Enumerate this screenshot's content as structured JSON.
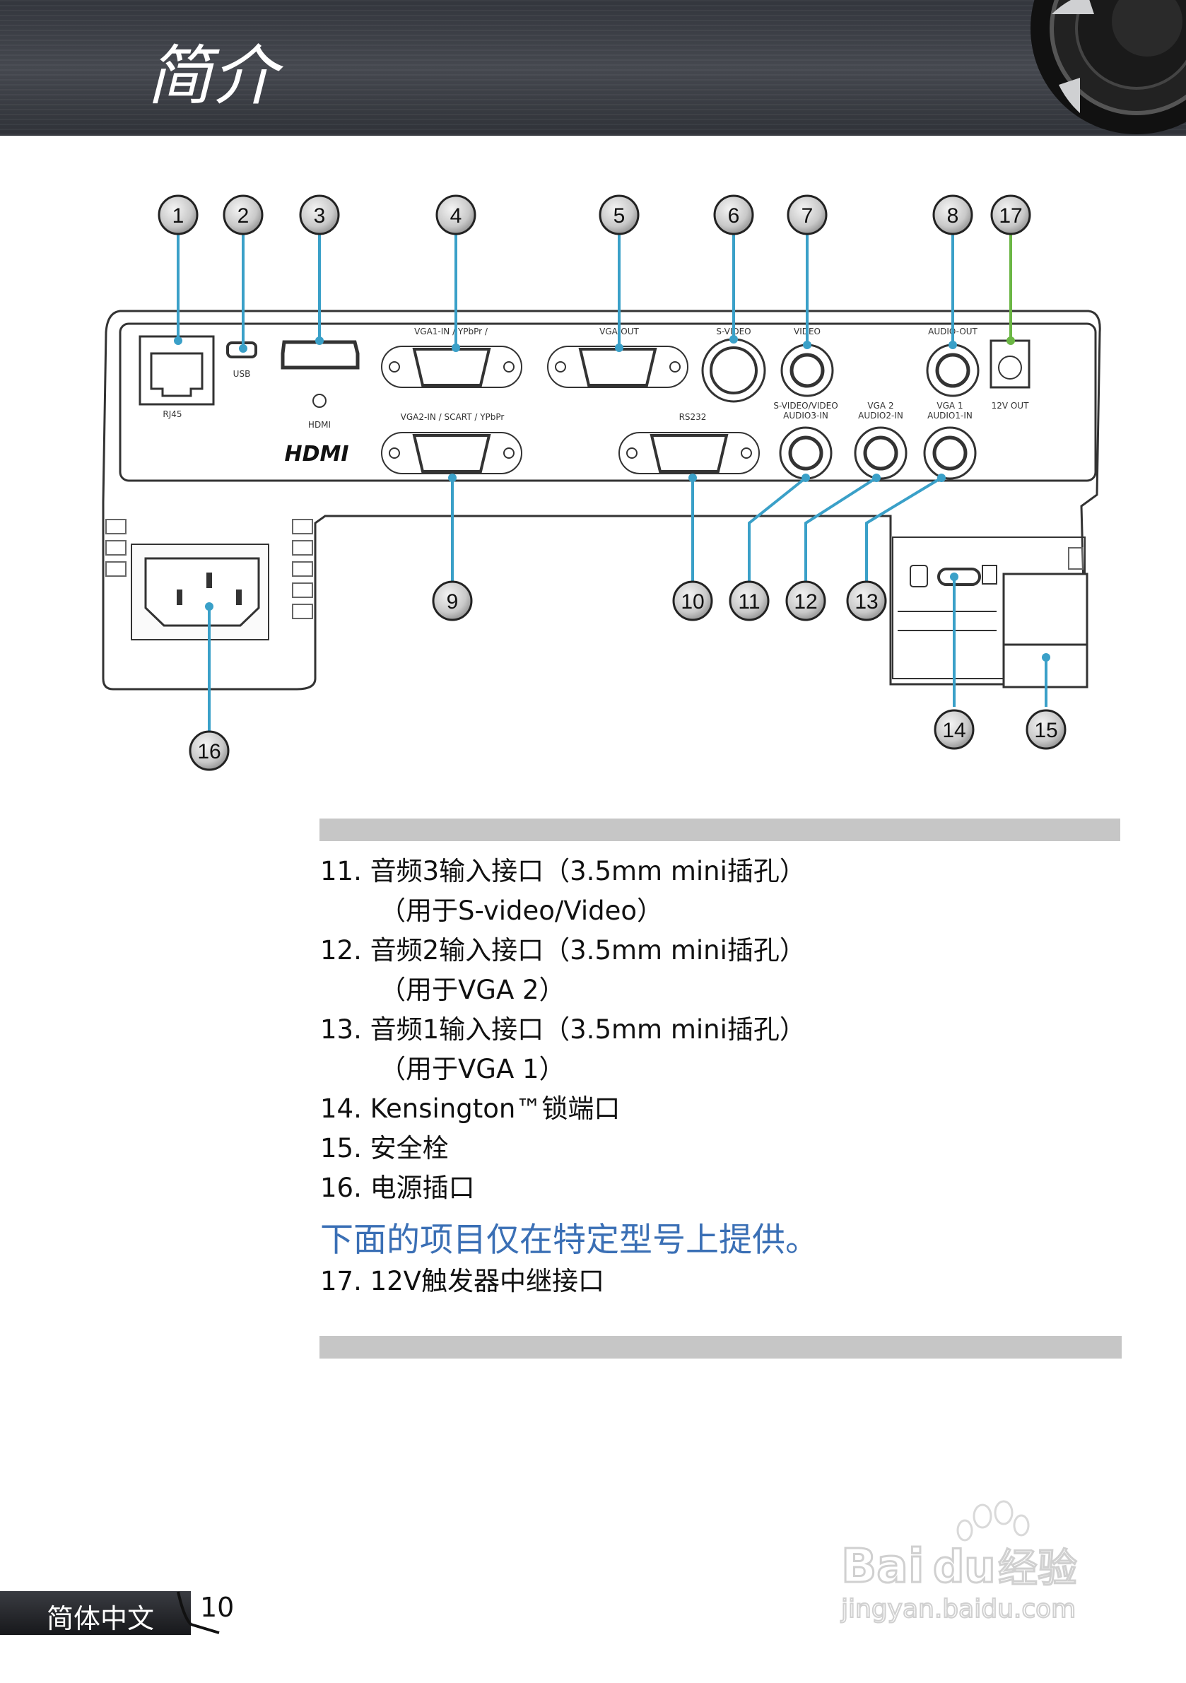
{
  "header": {
    "title": "简介"
  },
  "diagram": {
    "callouts": [
      "1",
      "2",
      "3",
      "4",
      "5",
      "6",
      "7",
      "8",
      "17",
      "9",
      "10",
      "11",
      "12",
      "13",
      "14",
      "15",
      "16"
    ],
    "port_labels": {
      "rj45": "RJ45",
      "usb": "USB",
      "hdmi": "HDMI",
      "vga1": "VGA1-IN / YPbPr / ",
      "vga2": "VGA2-IN / SCART / YPbPr",
      "vgaout": "VGA-OUT",
      "svideo": "S-VIDEO",
      "video": "VIDEO",
      "audioout": "AUDIO-OUT",
      "v12out": "12V OUT",
      "rs232": "RS232",
      "audio3_a": "S-VIDEO/VIDEO",
      "audio3_b": "AUDIO3-IN",
      "audio2_a": "VGA 2",
      "audio2_b": "AUDIO2-IN",
      "audio1_a": "VGA 1",
      "audio1_b": "AUDIO1-IN",
      "hdmi_logo": "HDMI"
    }
  },
  "items": [
    "11. 音频3输入接口（3.5mm mini插孔）",
    "（用于S-video/Video）",
    "12. 音频2输入接口（3.5mm mini插孔）",
    "（用于VGA 2）",
    "13. 音频1输入接口（3.5mm mini插孔）",
    "（用于VGA 1）",
    "14. Kensington™锁端口",
    "15. 安全栓",
    "16. 电源插口"
  ],
  "note": "下面的项目仅在特定型号上提供。",
  "item17": "17. 12V触发器中继接口",
  "footer": {
    "language": "简体中文",
    "page": "10"
  },
  "watermark": {
    "brand": "Bai",
    "brand2": "du",
    "cn": "经验",
    "url": "jingyan.baidu.com"
  },
  "colors": {
    "callout_line": "#3aa0c8",
    "callout_line_17": "#6bb644",
    "note": "#3a6fb5"
  }
}
